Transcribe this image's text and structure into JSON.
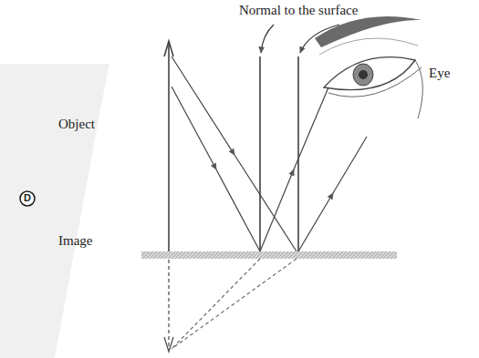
{
  "diagram": {
    "labels": [
      "Normal to the surface",
      "Object",
      "D",
      "Image",
      "Eye"
    ]
  }
}
